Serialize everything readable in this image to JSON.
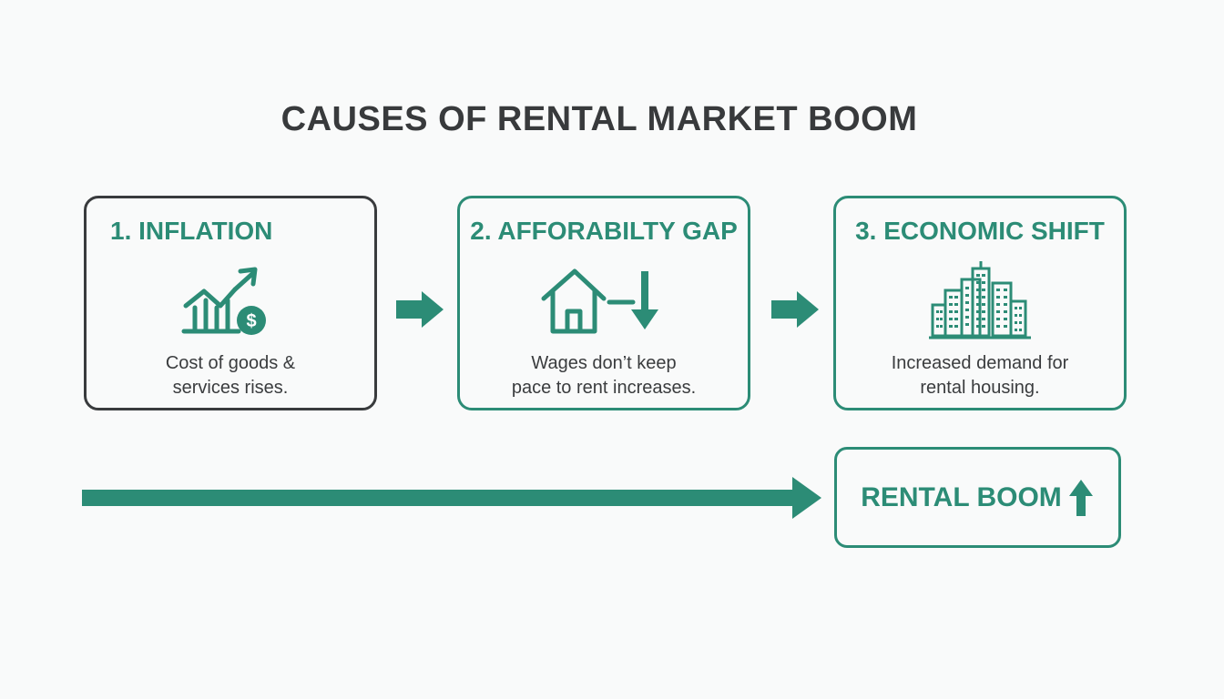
{
  "title": "CAUSES OF RENTAL MARKET BOOM",
  "colors": {
    "accent": "#2c8c76",
    "dark_border": "#393b3d",
    "text": "#3a3c3e",
    "background": "#f9fafa"
  },
  "steps": [
    {
      "title": "1. INFLATION",
      "icon": "rising-chart-dollar-icon",
      "description": [
        "Cost of goods &",
        "services rises."
      ]
    },
    {
      "title": "2. AFFORABILTY GAP",
      "icon": "house-down-arrow-icon",
      "description": [
        "Wages don’t keep",
        "pace to rent increases."
      ]
    },
    {
      "title": "3. ECONOMIC SHIFT",
      "icon": "city-buildings-icon",
      "description": [
        "Increased demand for",
        "rental housing."
      ]
    }
  ],
  "result": {
    "label": "RENTAL BOOM",
    "icon": "up-arrow-icon"
  }
}
